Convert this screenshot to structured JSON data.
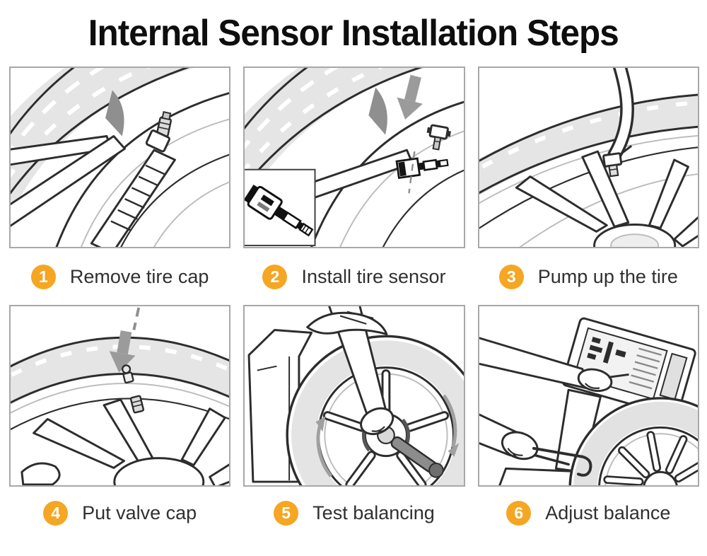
{
  "title": "Internal Sensor Installation Steps",
  "accent_color": "#F5A623",
  "panel_border_color": "#a8a8a8",
  "label_color": "#303030",
  "steps": [
    {
      "number": "1",
      "label": "Remove tire cap",
      "illustration": "tire-lever-valve-tool-illustration"
    },
    {
      "number": "2",
      "label": "Install tire sensor",
      "illustration": "sensor-insert-with-inset-illustration"
    },
    {
      "number": "3",
      "label": "Pump up the tire",
      "illustration": "air-hose-on-valve-illustration"
    },
    {
      "number": "4",
      "label": "Put valve cap",
      "illustration": "valve-cap-arrow-illustration"
    },
    {
      "number": "5",
      "label": "Test balancing",
      "illustration": "wheel-balancer-spin-illustration"
    },
    {
      "number": "6",
      "label": "Adjust balance",
      "illustration": "balancer-console-adjust-illustration"
    }
  ]
}
